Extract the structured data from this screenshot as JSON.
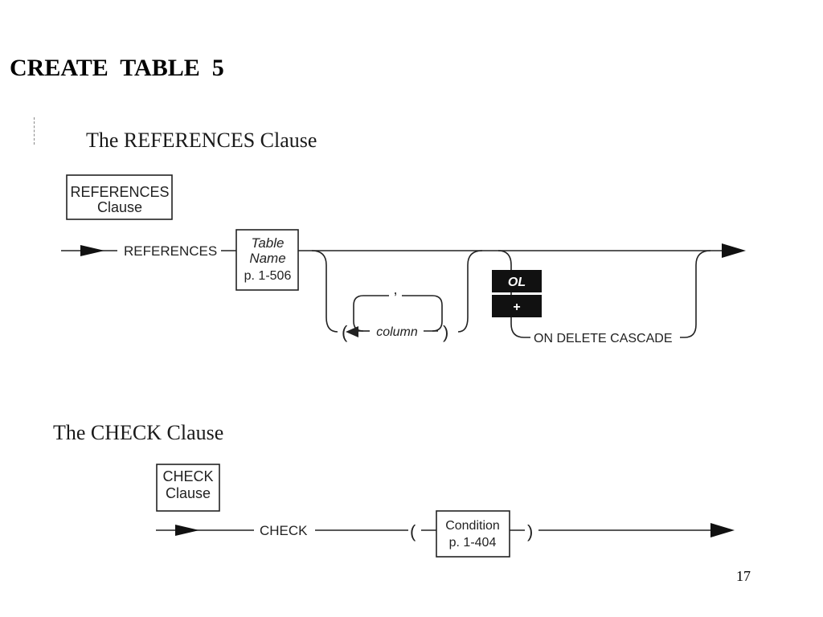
{
  "slide": {
    "title": "CREATE  TABLE  5",
    "page_number": "17"
  },
  "references": {
    "heading": "The REFERENCES Clause",
    "label_box_line1": "REFERENCES",
    "label_box_line2": "Clause",
    "keyword": "REFERENCES",
    "table_box_line1": "Table",
    "table_box_line2": "Name",
    "table_box_line3": "p. 1-506",
    "comma": ",",
    "open_paren": "(",
    "column": "column",
    "close_paren": ")",
    "ol_badge": "OL",
    "plus_badge": "+",
    "on_delete": "ON DELETE CASCADE"
  },
  "check": {
    "heading": "The CHECK Clause",
    "label_box_line1": "CHECK",
    "label_box_line2": "Clause",
    "keyword": "CHECK",
    "open_paren": "(",
    "condition_line1": "Condition",
    "condition_line2": "p. 1-404",
    "close_paren": ")"
  }
}
